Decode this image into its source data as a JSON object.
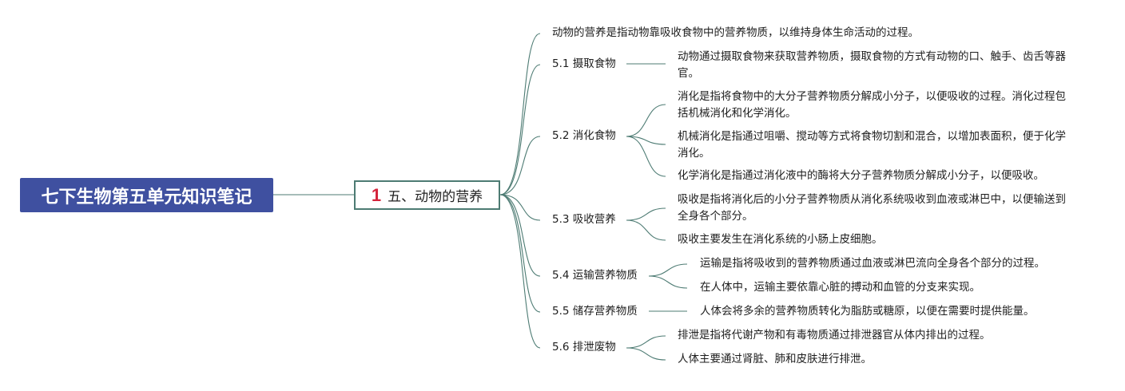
{
  "colors": {
    "root_bg": "#3f50a0",
    "line": "#4d7b73",
    "badge": "#d4243b"
  },
  "root": {
    "title": "七下生物第五单元知识笔记"
  },
  "main": {
    "number": "1",
    "title": "五、动物的营养"
  },
  "intro": {
    "text": "动物的营养是指动物靠吸收食物中的营养物质，以维持身体生命活动的过程。"
  },
  "sections": [
    {
      "label": "5.1 摄取食物",
      "notes": [
        "动物通过摄取食物来获取营养物质，摄取食物的方式有动物的口、触手、齿舌等器官。"
      ]
    },
    {
      "label": "5.2 消化食物",
      "notes": [
        "消化是指将食物中的大分子营养物质分解成小分子，以便吸收的过程。消化过程包括机械消化和化学消化。",
        "机械消化是指通过咀嚼、搅动等方式将食物切割和混合，以增加表面积，便于化学消化。",
        "化学消化是指通过消化液中的酶将大分子营养物质分解成小分子，以便吸收。"
      ]
    },
    {
      "label": "5.3 吸收营养",
      "notes": [
        "吸收是指将消化后的小分子营养物质从消化系统吸收到血液或淋巴中，以便输送到全身各个部分。",
        "吸收主要发生在消化系统的小肠上皮细胞。"
      ]
    },
    {
      "label": "5.4 运输营养物质",
      "notes": [
        "运输是指将吸收到的营养物质通过血液或淋巴流向全身各个部分的过程。",
        "在人体中，运输主要依靠心脏的搏动和血管的分支来实现。"
      ]
    },
    {
      "label": "5.5 储存营养物质",
      "notes": [
        "人体会将多余的营养物质转化为脂肪或糖原，以便在需要时提供能量。"
      ]
    },
    {
      "label": "5.6 排泄废物",
      "notes": [
        "排泄是指将代谢产物和有毒物质通过排泄器官从体内排出的过程。",
        "人体主要通过肾脏、肺和皮肤进行排泄。"
      ]
    }
  ]
}
